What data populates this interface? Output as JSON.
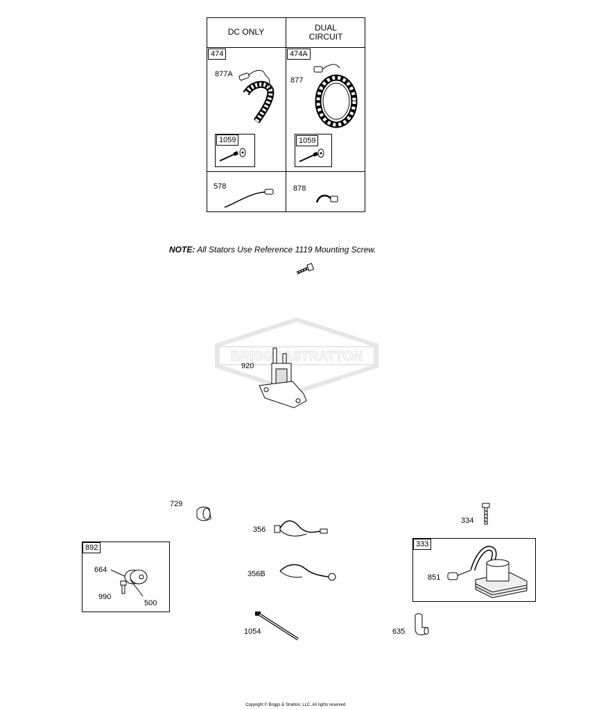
{
  "table": {
    "col1_header": "DC ONLY",
    "col2_header_line1": "DUAL",
    "col2_header_line2": "CIRCUIT",
    "col1_group": "474",
    "col2_group": "474A",
    "col1_stator": "877A",
    "col2_stator": "877",
    "col1_kit": "1059",
    "col2_kit": "1059",
    "col1_lead": "578",
    "col2_lead": "878"
  },
  "note": {
    "prefix": "NOTE:",
    "text": " All Stators Use Reference  1119 Mounting Screw."
  },
  "watermark": "BRIGGS&STRATTON",
  "parts": {
    "solenoid": "920",
    "grommet": "729",
    "screw": "334",
    "cable": "356",
    "cable_b": "356B",
    "tie": "1054",
    "boot": "635",
    "ignition_group": "892",
    "key_switch_664": "664",
    "key_990": "990",
    "switch_500": "500",
    "coil_group": "333",
    "terminal_851": "851"
  },
  "copyright": "Copyright © Briggs & Stratton, LLC. All rights reserved."
}
